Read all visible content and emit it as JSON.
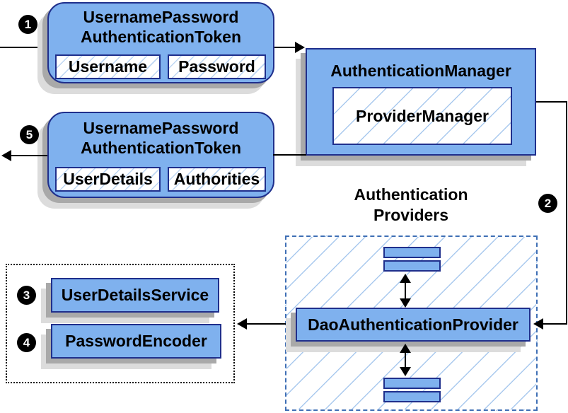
{
  "colors": {
    "node_fill": "#7fb1ee",
    "node_border": "#1f2f8c",
    "hatch_line": "#a9c9ee",
    "providers_dashed_border": "#3f6fb5",
    "shadow_dark": "#a9a9a9",
    "shadow_light": "#dcdcdc",
    "wire": "#000000",
    "badge_bg": "#000000",
    "badge_text": "#ffffff"
  },
  "badges": {
    "step1": "1",
    "step2": "2",
    "step3": "3",
    "step4": "4",
    "step5": "5"
  },
  "token_request": {
    "title1": "UsernamePassword",
    "title2": "AuthenticationToken",
    "field1": "Username",
    "field2": "Password"
  },
  "auth_manager": {
    "title": "AuthenticationManager",
    "inner": "ProviderManager"
  },
  "token_result": {
    "title1": "UsernamePassword",
    "title2": "AuthenticationToken",
    "field1": "UserDetails",
    "field2": "Authorities"
  },
  "providers": {
    "heading1": "Authentication",
    "heading2": "Providers",
    "dao": "DaoAuthenticationProvider"
  },
  "services": {
    "user_details_service": "UserDetailsService",
    "password_encoder": "PasswordEncoder"
  }
}
